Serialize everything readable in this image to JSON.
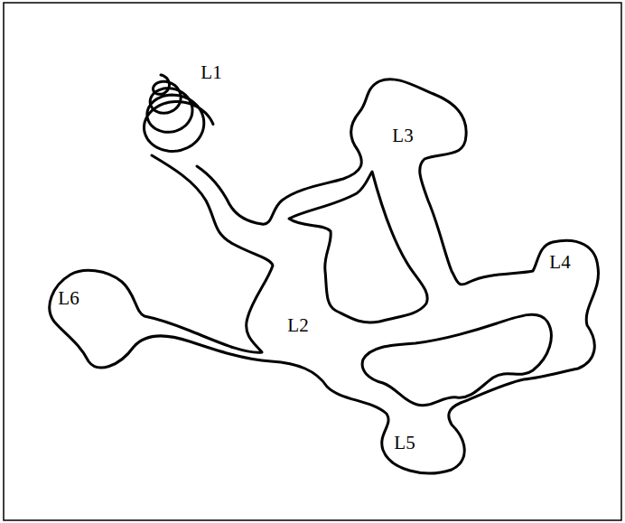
{
  "diagram": {
    "labels": [
      "L1",
      "L3",
      "L4",
      "L6",
      "L2",
      "L5"
    ]
  }
}
